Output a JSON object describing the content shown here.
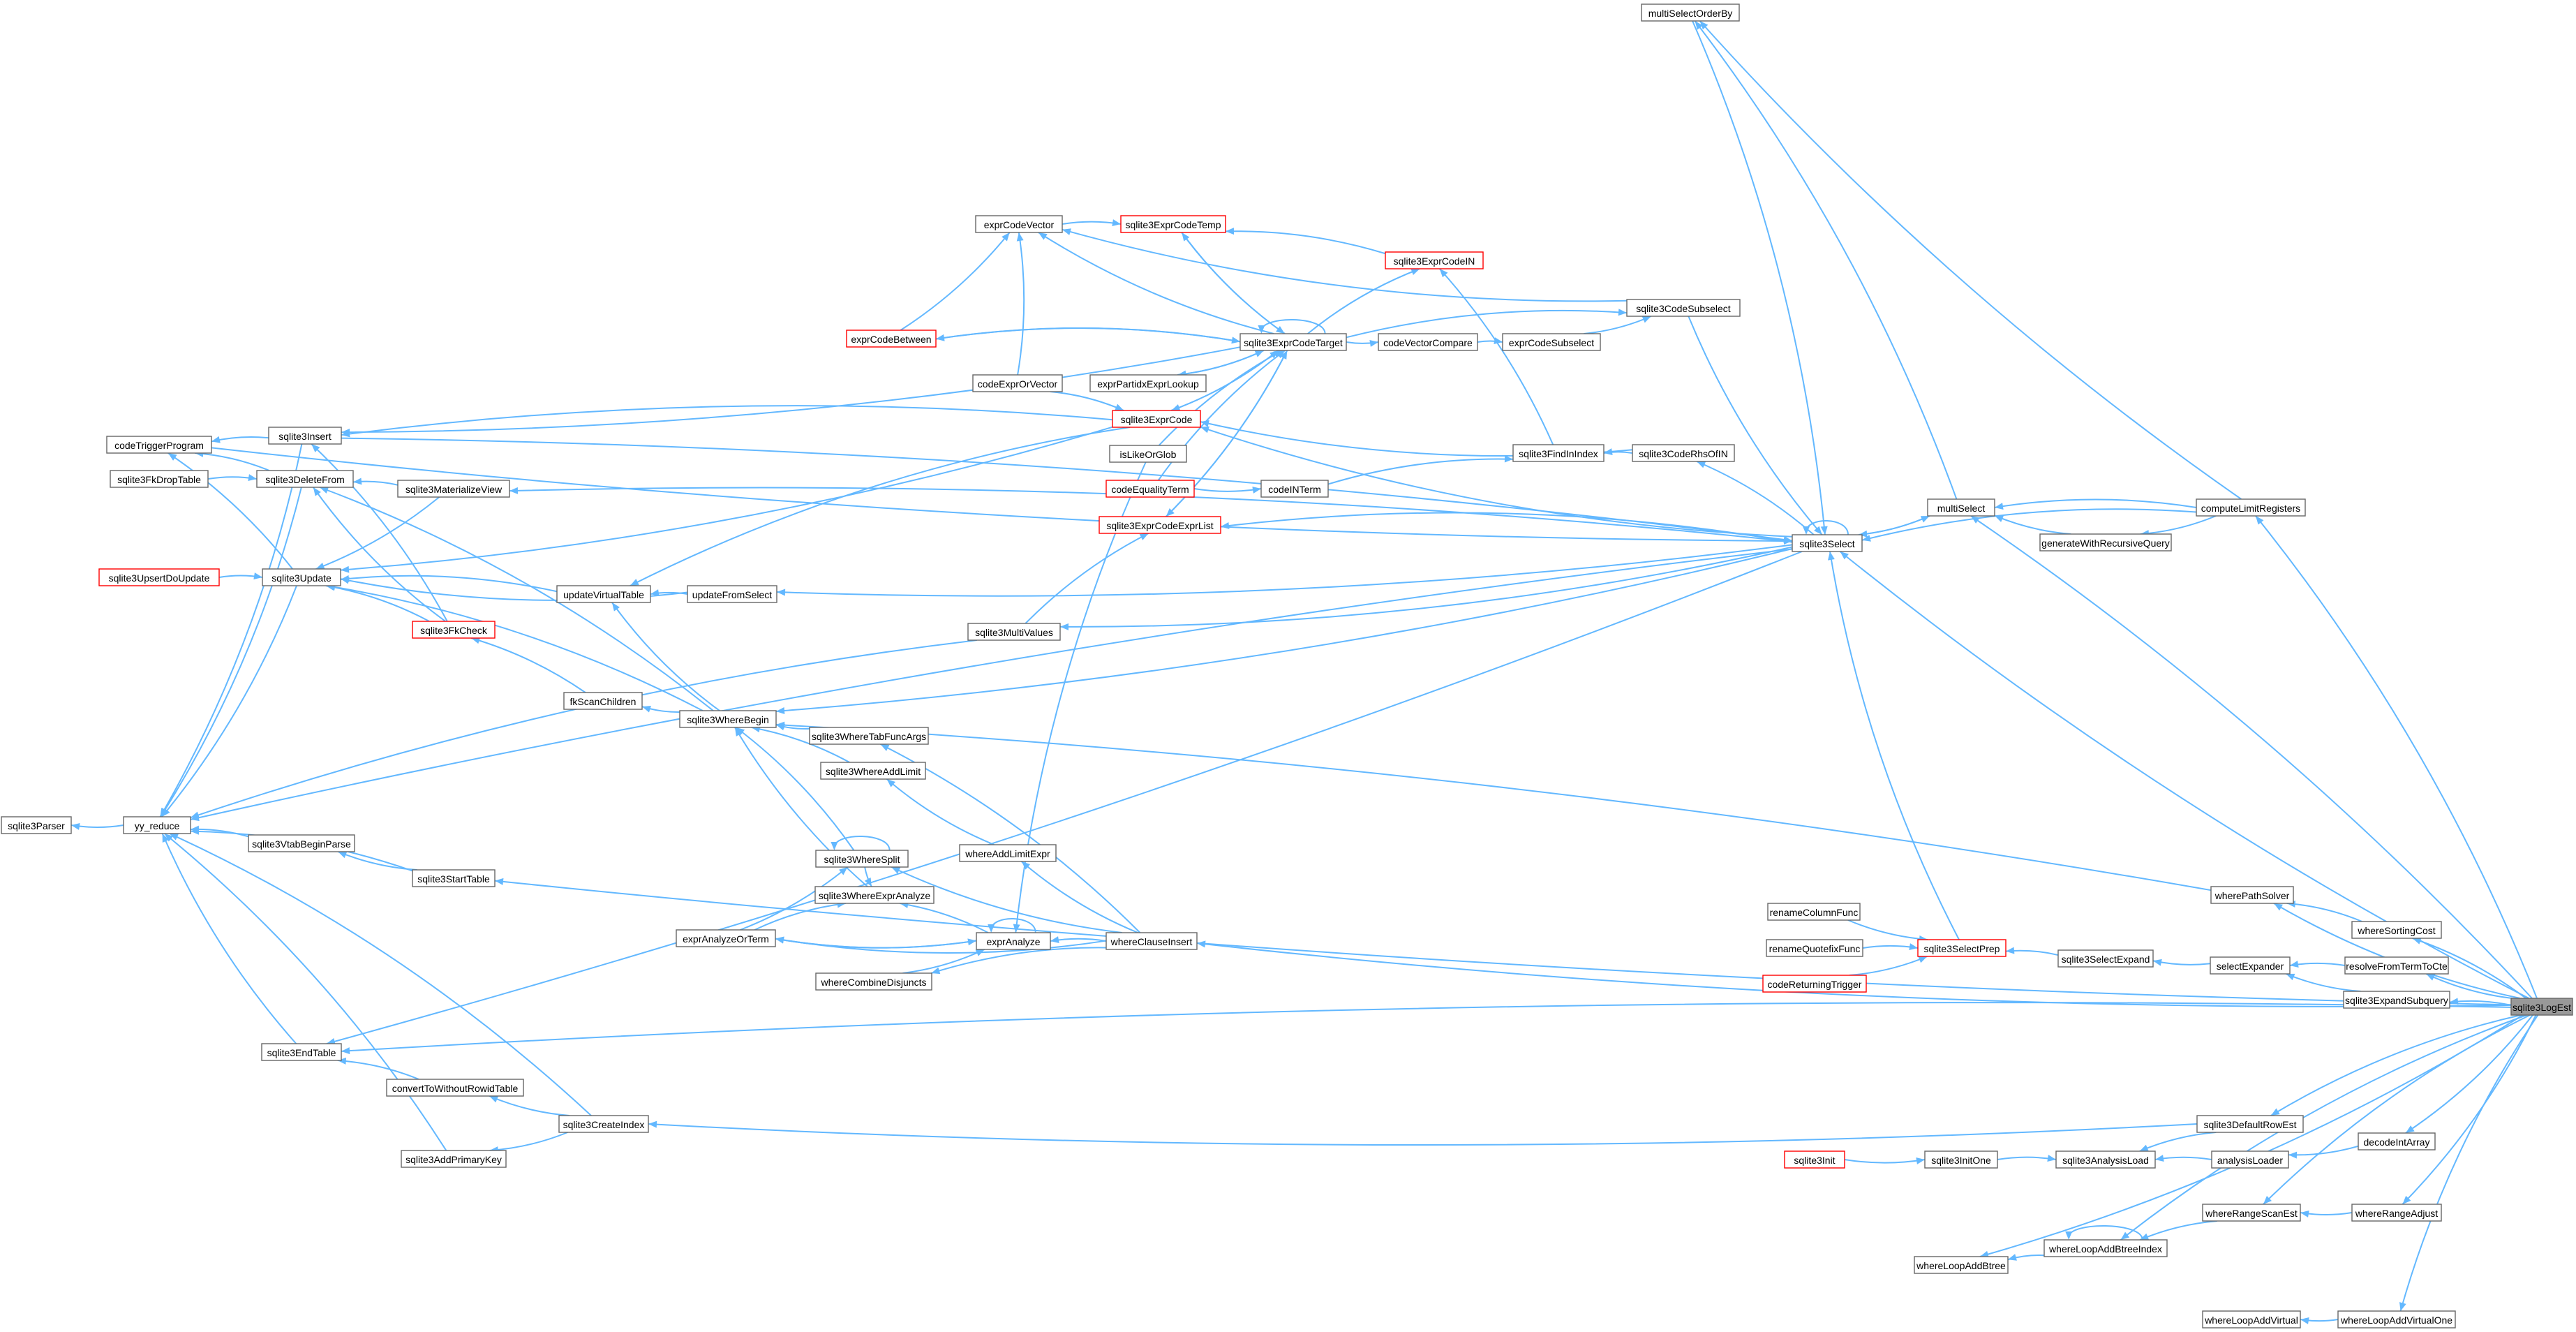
{
  "diagram": {
    "title": "",
    "edge_color": "#63b8ff",
    "node_border": "#666666",
    "node_border_highlight": "#ff0000",
    "focus_fill": "#999999",
    "nodes": [
      {
        "id": "sqlite3LogEst",
        "label": "sqlite3LogEst",
        "highlight": false,
        "focus": true
      },
      {
        "id": "multiSelectOrderBy",
        "label": "multiSelectOrderBy"
      },
      {
        "id": "exprCodeVector",
        "label": "exprCodeVector"
      },
      {
        "id": "sqlite3ExprCodeTemp",
        "label": "sqlite3ExprCodeTemp",
        "highlight": true
      },
      {
        "id": "sqlite3ExprCodeIN",
        "label": "sqlite3ExprCodeIN",
        "highlight": true
      },
      {
        "id": "sqlite3CodeSubselect",
        "label": "sqlite3CodeSubselect"
      },
      {
        "id": "exprCodeBetween",
        "label": "exprCodeBetween",
        "highlight": true
      },
      {
        "id": "sqlite3ExprCodeTarget",
        "label": "sqlite3ExprCodeTarget"
      },
      {
        "id": "codeVectorCompare",
        "label": "codeVectorCompare"
      },
      {
        "id": "exprCodeSubselect",
        "label": "exprCodeSubselect"
      },
      {
        "id": "exprPartidxExprLookup",
        "label": "exprPartidxExprLookup"
      },
      {
        "id": "codeExprOrVector",
        "label": "codeExprOrVector"
      },
      {
        "id": "sqlite3ExprCode",
        "label": "sqlite3ExprCode",
        "highlight": true
      },
      {
        "id": "isLikeOrGlob",
        "label": "isLikeOrGlob"
      },
      {
        "id": "codeEqualityTerm",
        "label": "codeEqualityTerm",
        "highlight": true
      },
      {
        "id": "codeINTerm",
        "label": "codeINTerm"
      },
      {
        "id": "sqlite3FindInIndex",
        "label": "sqlite3FindInIndex"
      },
      {
        "id": "sqlite3CodeRhsOfIN",
        "label": "sqlite3CodeRhsOfIN"
      },
      {
        "id": "sqlite3ExprCodeExprList",
        "label": "sqlite3ExprCodeExprList",
        "highlight": true
      },
      {
        "id": "sqlite3MultiValues",
        "label": "sqlite3MultiValues"
      },
      {
        "id": "codeTriggerProgram",
        "label": "codeTriggerProgram"
      },
      {
        "id": "sqlite3Insert",
        "label": "sqlite3Insert"
      },
      {
        "id": "sqlite3FkDropTable",
        "label": "sqlite3FkDropTable"
      },
      {
        "id": "sqlite3DeleteFrom",
        "label": "sqlite3DeleteFrom"
      },
      {
        "id": "sqlite3MaterializeView",
        "label": "sqlite3MaterializeView"
      },
      {
        "id": "sqlite3UpsertDoUpdate",
        "label": "sqlite3UpsertDoUpdate",
        "highlight": true
      },
      {
        "id": "sqlite3Update",
        "label": "sqlite3Update"
      },
      {
        "id": "updateVirtualTable",
        "label": "updateVirtualTable"
      },
      {
        "id": "updateFromSelect",
        "label": "updateFromSelect"
      },
      {
        "id": "sqlite3FkCheck",
        "label": "sqlite3FkCheck",
        "highlight": true
      },
      {
        "id": "fkScanChildren",
        "label": "fkScanChildren"
      },
      {
        "id": "sqlite3WhereBegin",
        "label": "sqlite3WhereBegin"
      },
      {
        "id": "sqlite3WhereTabFuncArgs",
        "label": "sqlite3WhereTabFuncArgs"
      },
      {
        "id": "sqlite3WhereAddLimit",
        "label": "sqlite3WhereAddLimit"
      },
      {
        "id": "whereAddLimitExpr",
        "label": "whereAddLimitExpr"
      },
      {
        "id": "sqlite3WhereSplit",
        "label": "sqlite3WhereSplit"
      },
      {
        "id": "sqlite3WhereExprAnalyze",
        "label": "sqlite3WhereExprAnalyze"
      },
      {
        "id": "exprAnalyzeOrTerm",
        "label": "exprAnalyzeOrTerm"
      },
      {
        "id": "exprAnalyze",
        "label": "exprAnalyze"
      },
      {
        "id": "whereClauseInsert",
        "label": "whereClauseInsert"
      },
      {
        "id": "whereCombineDisjuncts",
        "label": "whereCombineDisjuncts"
      },
      {
        "id": "sqlite3Parser",
        "label": "sqlite3Parser"
      },
      {
        "id": "yy_reduce",
        "label": "yy_reduce"
      },
      {
        "id": "sqlite3VtabBeginParse",
        "label": "sqlite3VtabBeginParse"
      },
      {
        "id": "sqlite3StartTable",
        "label": "sqlite3StartTable"
      },
      {
        "id": "sqlite3EndTable",
        "label": "sqlite3EndTable"
      },
      {
        "id": "convertToWithoutRowidTable",
        "label": "convertToWithoutRowidTable"
      },
      {
        "id": "sqlite3CreateIndex",
        "label": "sqlite3CreateIndex"
      },
      {
        "id": "sqlite3AddPrimaryKey",
        "label": "sqlite3AddPrimaryKey"
      },
      {
        "id": "sqlite3Select",
        "label": "sqlite3Select"
      },
      {
        "id": "multiSelect",
        "label": "multiSelect"
      },
      {
        "id": "generateWithRecursiveQuery",
        "label": "generateWithRecursiveQuery"
      },
      {
        "id": "computeLimitRegisters",
        "label": "computeLimitRegisters"
      },
      {
        "id": "renameColumnFunc",
        "label": "renameColumnFunc"
      },
      {
        "id": "renameQuotefixFunc",
        "label": "renameQuotefixFunc"
      },
      {
        "id": "codeReturningTrigger",
        "label": "codeReturningTrigger",
        "highlight": true
      },
      {
        "id": "sqlite3SelectPrep",
        "label": "sqlite3SelectPrep",
        "highlight": true
      },
      {
        "id": "sqlite3SelectExpand",
        "label": "sqlite3SelectExpand"
      },
      {
        "id": "selectExpander",
        "label": "selectExpander"
      },
      {
        "id": "wherePathSolver",
        "label": "wherePathSolver"
      },
      {
        "id": "whereSortingCost",
        "label": "whereSortingCost"
      },
      {
        "id": "resolveFromTermToCte",
        "label": "resolveFromTermToCte"
      },
      {
        "id": "sqlite3ExpandSubquery",
        "label": "sqlite3ExpandSubquery"
      },
      {
        "id": "sqlite3DefaultRowEst",
        "label": "sqlite3DefaultRowEst"
      },
      {
        "id": "decodeIntArray",
        "label": "decodeIntArray"
      },
      {
        "id": "sqlite3Init",
        "label": "sqlite3Init",
        "highlight": true
      },
      {
        "id": "sqlite3InitOne",
        "label": "sqlite3InitOne"
      },
      {
        "id": "sqlite3AnalysisLoad",
        "label": "sqlite3AnalysisLoad"
      },
      {
        "id": "analysisLoader",
        "label": "analysisLoader"
      },
      {
        "id": "whereRangeScanEst",
        "label": "whereRangeScanEst"
      },
      {
        "id": "whereRangeAdjust",
        "label": "whereRangeAdjust"
      },
      {
        "id": "whereLoopAddBtreeIndex",
        "label": "whereLoopAddBtreeIndex"
      },
      {
        "id": "whereLoopAddBtree",
        "label": "whereLoopAddBtree"
      },
      {
        "id": "whereLoopAddVirtual",
        "label": "whereLoopAddVirtual"
      },
      {
        "id": "whereLoopAddVirtualOne",
        "label": "whereLoopAddVirtualOne"
      }
    ],
    "edges": [
      [
        "multiSelectOrderBy",
        "sqlite3Select"
      ],
      [
        "codeTriggerProgram",
        "sqlite3Select"
      ],
      [
        "sqlite3Insert",
        "sqlite3Select"
      ],
      [
        "sqlite3CodeSubselect",
        "sqlite3Select"
      ],
      [
        "exprCodeVector",
        "sqlite3ExprCodeTemp"
      ],
      [
        "exprCodeBetween",
        "exprCodeVector"
      ],
      [
        "sqlite3ExprCodeTarget",
        "exprCodeVector"
      ],
      [
        "sqlite3ExprCodeTemp",
        "sqlite3ExprCodeTarget"
      ],
      [
        "sqlite3ExprCodeTarget",
        "sqlite3ExprCodeTemp"
      ],
      [
        "sqlite3ExprCodeIN",
        "sqlite3ExprCodeTemp"
      ],
      [
        "sqlite3ExprCodeTarget",
        "sqlite3ExprCodeIN"
      ],
      [
        "sqlite3FindInIndex",
        "sqlite3ExprCodeIN"
      ],
      [
        "sqlite3CodeSubselect",
        "exprCodeVector"
      ],
      [
        "exprCodeSubselect",
        "sqlite3CodeSubselect"
      ],
      [
        "sqlite3ExprCodeTarget",
        "sqlite3CodeSubselect"
      ],
      [
        "sqlite3ExprCodeTarget",
        "exprCodeBetween"
      ],
      [
        "exprCodeBetween",
        "sqlite3ExprCodeTarget"
      ],
      [
        "sqlite3ExprCodeTarget",
        "sqlite3ExprCodeTarget"
      ],
      [
        "sqlite3ExprCodeTarget",
        "sqlite3Insert"
      ],
      [
        "sqlite3ExprCodeTarget",
        "codeVectorCompare"
      ],
      [
        "codeVectorCompare",
        "exprCodeSubselect"
      ],
      [
        "exprPartidxExprLookup",
        "sqlite3ExprCodeTarget"
      ],
      [
        "sqlite3ExprCodeTarget",
        "exprPartidxExprLookup"
      ],
      [
        "codeExprOrVector",
        "exprCodeVector"
      ],
      [
        "codeExprOrVector",
        "sqlite3ExprCode"
      ],
      [
        "sqlite3ExprCode",
        "sqlite3ExprCodeTarget"
      ],
      [
        "sqlite3ExprCodeTarget",
        "sqlite3ExprCode"
      ],
      [
        "sqlite3ExprCode",
        "sqlite3Insert"
      ],
      [
        "sqlite3ExprCode",
        "sqlite3Update"
      ],
      [
        "sqlite3ExprCode",
        "updateVirtualTable"
      ],
      [
        "isLikeOrGlob",
        "sqlite3ExprCodeTarget"
      ],
      [
        "isLikeOrGlob",
        "exprAnalyze"
      ],
      [
        "codeEqualityTerm",
        "sqlite3ExprCodeTarget"
      ],
      [
        "codeEqualityTerm",
        "codeINTerm"
      ],
      [
        "codeINTerm",
        "sqlite3FindInIndex"
      ],
      [
        "sqlite3CodeRhsOfIN",
        "sqlite3FindInIndex"
      ],
      [
        "sqlite3CodeRhsOfIN",
        "sqlite3ExprCode"
      ],
      [
        "sqlite3Select",
        "sqlite3CodeRhsOfIN"
      ],
      [
        "sqlite3Select",
        "sqlite3ExprCode"
      ],
      [
        "sqlite3ExprCodeExprList",
        "sqlite3ExprCodeTarget"
      ],
      [
        "sqlite3ExprCodeTarget",
        "sqlite3ExprCodeExprList"
      ],
      [
        "sqlite3Select",
        "sqlite3ExprCodeExprList"
      ],
      [
        "sqlite3MultiValues",
        "sqlite3ExprCodeExprList"
      ],
      [
        "sqlite3MultiValues",
        "yy_reduce"
      ],
      [
        "sqlite3Select",
        "sqlite3MultiValues"
      ],
      [
        "sqlite3Insert",
        "codeTriggerProgram"
      ],
      [
        "sqlite3Insert",
        "yy_reduce"
      ],
      [
        "sqlite3FkCheck",
        "sqlite3Insert"
      ],
      [
        "sqlite3FkDropTable",
        "sqlite3DeleteFrom"
      ],
      [
        "sqlite3DeleteFrom",
        "codeTriggerProgram"
      ],
      [
        "sqlite3DeleteFrom",
        "yy_reduce"
      ],
      [
        "sqlite3MaterializeView",
        "sqlite3DeleteFrom"
      ],
      [
        "sqlite3MaterializeView",
        "sqlite3Update"
      ],
      [
        "sqlite3Select",
        "sqlite3MaterializeView"
      ],
      [
        "sqlite3UpsertDoUpdate",
        "sqlite3Update"
      ],
      [
        "sqlite3Update",
        "codeTriggerProgram"
      ],
      [
        "sqlite3Update",
        "yy_reduce"
      ],
      [
        "updateVirtualTable",
        "sqlite3Update"
      ],
      [
        "updateFromSelect",
        "sqlite3Update"
      ],
      [
        "updateFromSelect",
        "updateVirtualTable"
      ],
      [
        "sqlite3Select",
        "updateFromSelect"
      ],
      [
        "sqlite3FkCheck",
        "sqlite3Update"
      ],
      [
        "sqlite3FkCheck",
        "sqlite3DeleteFrom"
      ],
      [
        "fkScanChildren",
        "sqlite3FkCheck"
      ],
      [
        "sqlite3WhereBegin",
        "fkScanChildren"
      ],
      [
        "sqlite3WhereBegin",
        "sqlite3Update"
      ],
      [
        "sqlite3WhereBegin",
        "updateVirtualTable"
      ],
      [
        "sqlite3WhereBegin",
        "sqlite3DeleteFrom"
      ],
      [
        "sqlite3Select",
        "sqlite3WhereBegin"
      ],
      [
        "wherePathSolver",
        "sqlite3WhereBegin"
      ],
      [
        "sqlite3WhereTabFuncArgs",
        "sqlite3WhereBegin"
      ],
      [
        "sqlite3WhereAddLimit",
        "sqlite3WhereBegin"
      ],
      [
        "whereAddLimitExpr",
        "sqlite3WhereAddLimit"
      ],
      [
        "whereClauseInsert",
        "sqlite3WhereTabFuncArgs"
      ],
      [
        "whereClauseInsert",
        "whereAddLimitExpr"
      ],
      [
        "sqlite3WhereSplit",
        "sqlite3WhereBegin"
      ],
      [
        "sqlite3WhereSplit",
        "sqlite3WhereSplit"
      ],
      [
        "sqlite3WhereSplit",
        "sqlite3WhereExprAnalyze"
      ],
      [
        "sqlite3WhereExprAnalyze",
        "sqlite3WhereBegin"
      ],
      [
        "exprAnalyzeOrTerm",
        "sqlite3WhereSplit"
      ],
      [
        "exprAnalyzeOrTerm",
        "sqlite3WhereExprAnalyze"
      ],
      [
        "exprAnalyze",
        "sqlite3WhereExprAnalyze"
      ],
      [
        "exprAnalyze",
        "exprAnalyzeOrTerm"
      ],
      [
        "exprAnalyzeOrTerm",
        "exprAnalyze"
      ],
      [
        "exprAnalyze",
        "exprAnalyze"
      ],
      [
        "whereClauseInsert",
        "exprAnalyze"
      ],
      [
        "whereClauseInsert",
        "exprAnalyzeOrTerm"
      ],
      [
        "whereClauseInsert",
        "whereCombineDisjuncts"
      ],
      [
        "whereClauseInsert",
        "sqlite3WhereSplit"
      ],
      [
        "whereCombineDisjuncts",
        "exprAnalyze"
      ],
      [
        "yy_reduce",
        "sqlite3Parser"
      ],
      [
        "sqlite3VtabBeginParse",
        "yy_reduce"
      ],
      [
        "sqlite3StartTable",
        "sqlite3VtabBeginParse"
      ],
      [
        "sqlite3StartTable",
        "yy_reduce"
      ],
      [
        "sqlite3EndTable",
        "yy_reduce"
      ],
      [
        "convertToWithoutRowidTable",
        "sqlite3EndTable"
      ],
      [
        "sqlite3CreateIndex",
        "convertToWithoutRowidTable"
      ],
      [
        "sqlite3CreateIndex",
        "yy_reduce"
      ],
      [
        "sqlite3CreateIndex",
        "sqlite3AddPrimaryKey"
      ],
      [
        "sqlite3AddPrimaryKey",
        "yy_reduce"
      ],
      [
        "sqlite3Select",
        "sqlite3EndTable"
      ],
      [
        "sqlite3Select",
        "yy_reduce"
      ],
      [
        "sqlite3Select",
        "sqlite3Select"
      ],
      [
        "sqlite3Select",
        "multiSelect"
      ],
      [
        "multiSelect",
        "sqlite3Select"
      ],
      [
        "multiSelect",
        "multiSelectOrderBy"
      ],
      [
        "generateWithRecursiveQuery",
        "multiSelect"
      ],
      [
        "computeLimitRegisters",
        "multiSelect"
      ],
      [
        "computeLimitRegisters",
        "generateWithRecursiveQuery"
      ],
      [
        "computeLimitRegisters",
        "sqlite3Select"
      ],
      [
        "computeLimitRegisters",
        "multiSelectOrderBy"
      ],
      [
        "renameColumnFunc",
        "sqlite3SelectPrep"
      ],
      [
        "renameQuotefixFunc",
        "sqlite3SelectPrep"
      ],
      [
        "codeReturningTrigger",
        "sqlite3SelectPrep"
      ],
      [
        "sqlite3SelectPrep",
        "sqlite3Select"
      ],
      [
        "sqlite3SelectExpand",
        "sqlite3SelectPrep"
      ],
      [
        "selectExpander",
        "sqlite3SelectExpand"
      ],
      [
        "resolveFromTermToCte",
        "selectExpander"
      ],
      [
        "sqlite3ExpandSubquery",
        "selectExpander"
      ],
      [
        "whereSortingCost",
        "wherePathSolver"
      ],
      [
        "sqlite3DefaultRowEst",
        "sqlite3CreateIndex"
      ],
      [
        "sqlite3DefaultRowEst",
        "sqlite3AnalysisLoad"
      ],
      [
        "decodeIntArray",
        "analysisLoader"
      ],
      [
        "sqlite3Init",
        "sqlite3InitOne"
      ],
      [
        "sqlite3InitOne",
        "sqlite3AnalysisLoad"
      ],
      [
        "analysisLoader",
        "sqlite3AnalysisLoad"
      ],
      [
        "whereRangeAdjust",
        "whereRangeScanEst"
      ],
      [
        "whereRangeScanEst",
        "whereLoopAddBtreeIndex"
      ],
      [
        "whereLoopAddBtreeIndex",
        "whereLoopAddBtreeIndex"
      ],
      [
        "whereLoopAddBtreeIndex",
        "whereLoopAddBtree"
      ],
      [
        "whereLoopAddVirtualOne",
        "whereLoopAddVirtual"
      ],
      [
        "sqlite3LogEst",
        "computeLimitRegisters"
      ],
      [
        "sqlite3LogEst",
        "sqlite3Select"
      ],
      [
        "sqlite3LogEst",
        "multiSelect"
      ],
      [
        "sqlite3LogEst",
        "wherePathSolver"
      ],
      [
        "sqlite3LogEst",
        "whereSortingCost"
      ],
      [
        "sqlite3LogEst",
        "resolveFromTermToCte"
      ],
      [
        "sqlite3LogEst",
        "sqlite3ExpandSubquery"
      ],
      [
        "sqlite3LogEst",
        "whereClauseInsert"
      ],
      [
        "sqlite3LogEst",
        "sqlite3EndTable"
      ],
      [
        "sqlite3LogEst",
        "sqlite3StartTable"
      ],
      [
        "sqlite3LogEst",
        "sqlite3DefaultRowEst"
      ],
      [
        "sqlite3LogEst",
        "decodeIntArray"
      ],
      [
        "sqlite3LogEst",
        "whereRangeScanEst"
      ],
      [
        "sqlite3LogEst",
        "whereRangeAdjust"
      ],
      [
        "sqlite3LogEst",
        "whereLoopAddBtreeIndex"
      ],
      [
        "sqlite3LogEst",
        "whereLoopAddBtree"
      ],
      [
        "sqlite3LogEst",
        "whereLoopAddVirtualOne"
      ]
    ]
  }
}
